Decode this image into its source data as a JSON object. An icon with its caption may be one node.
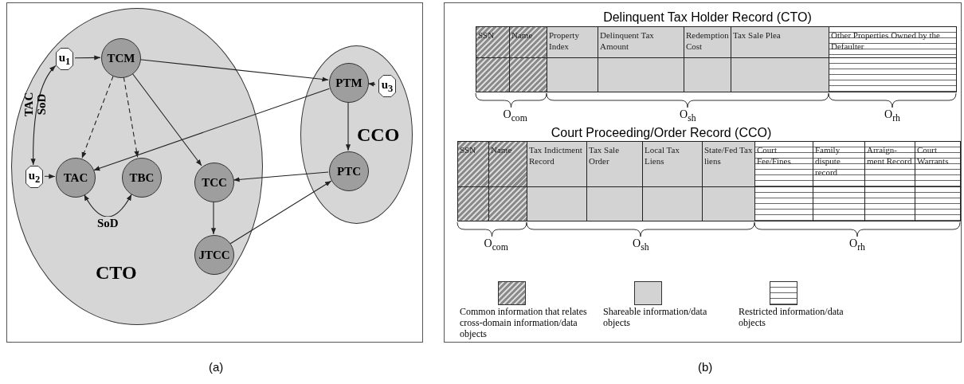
{
  "diagram": {
    "nodes": [
      {
        "text": [
          "CTO"
        ]
      },
      {
        "text": [
          "CCO"
        ]
      },
      {
        "text": [
          "u$_{1}$"
        ],
        "in": 0
      },
      {
        "text": [
          "TCM"
        ],
        "in": 0
      },
      {
        "text": [
          "u$_{2}$"
        ],
        "in": 0
      },
      {
        "text": [
          "TAC"
        ],
        "in": 0
      },
      {
        "text": [
          "TBC"
        ],
        "in": 0
      },
      {
        "text": [
          "TCC"
        ],
        "in": 0
      },
      {
        "text": [
          "JTCC"
        ],
        "in": 0
      },
      {
        "text": [
          "PTM"
        ],
        "in": 1
      },
      {
        "text": [
          "u$_{3}$"
        ],
        "in": 1
      },
      {
        "text": [
          "PTC"
        ],
        "in": 1
      }
    ],
    "edges": [
      {
        "from": 2,
        "to": 3,
        "arrow": "to"
      },
      {
        "from": 3,
        "to": 9,
        "arrow": "to"
      },
      {
        "from": 3,
        "to": 5,
        "arrow": "to",
        "style": "dashed"
      },
      {
        "from": 3,
        "to": 6,
        "arrow": "to",
        "style": "dashed"
      },
      {
        "from": 3,
        "to": 7,
        "arrow": "to"
      },
      {
        "from": 4,
        "to": 5,
        "arrow": "to"
      },
      {
        "from": 2,
        "to": 4,
        "arrow": "both",
        "label": "TAC SoD"
      },
      {
        "from": 5,
        "to": 6,
        "arrow": "both",
        "label": "SoD"
      },
      {
        "from": 9,
        "to": 5,
        "arrow": "to"
      },
      {
        "from": 9,
        "to": 11,
        "arrow": "to"
      },
      {
        "from": 10,
        "to": 9,
        "arrow": "to"
      },
      {
        "from": 11,
        "to": 7,
        "arrow": "to"
      },
      {
        "from": 7,
        "to": 8,
        "arrow": "to"
      },
      {
        "from": 8,
        "to": 11,
        "arrow": "to"
      }
    ],
    "labels": [
      "Delinquent Tax Holder Record (CTO)",
      "SSN",
      "Name",
      "Property Index",
      "Delinquent Tax Amount",
      "Redemption Cost",
      "Tax Sale Plea",
      "Other Properties Owned by the Defaulter",
      "O$_{com}$",
      "O$_{sh}$",
      "O$_{rh}$",
      "Court Proceeding/Order Record (CCO)",
      "SSN",
      "Name",
      "Tax Indictment Record",
      "Tax Sale Order",
      "Local Tax Liens",
      "State/Fed Tax liens",
      "Court Fee/Fines",
      "Family dispute record",
      "Arraign- ment Record",
      "Court Warrants",
      "O$_{com}$",
      "O$_{sh}$",
      "O$_{rh}$",
      "(a)",
      "(b)"
    ],
    "legend": [
      {
        "text": "Common information that relates cross-domain information/data objects"
      },
      {
        "text": "Shareable information/data objects",
        "color": "#d3d3d3"
      },
      {
        "text": "Restricted information/data objects"
      }
    ]
  }
}
